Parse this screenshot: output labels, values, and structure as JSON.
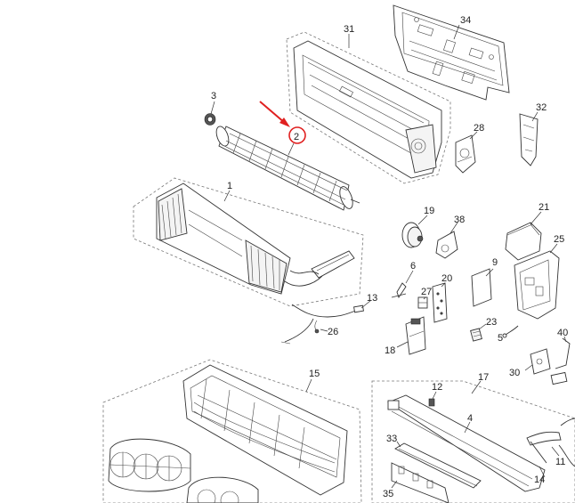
{
  "parts": [
    {
      "id": "p1",
      "label": "1"
    },
    {
      "id": "p2",
      "label": "2"
    },
    {
      "id": "p3",
      "label": "3"
    },
    {
      "id": "p4",
      "label": "4"
    },
    {
      "id": "p5",
      "label": "5"
    },
    {
      "id": "p6",
      "label": "6"
    },
    {
      "id": "p9",
      "label": "9"
    },
    {
      "id": "p11",
      "label": "11"
    },
    {
      "id": "p12",
      "label": "12"
    },
    {
      "id": "p13",
      "label": "13"
    },
    {
      "id": "p14",
      "label": "14"
    },
    {
      "id": "p15",
      "label": "15"
    },
    {
      "id": "p17",
      "label": "17"
    },
    {
      "id": "p18",
      "label": "18"
    },
    {
      "id": "p19",
      "label": "19"
    },
    {
      "id": "p20",
      "label": "20"
    },
    {
      "id": "p21",
      "label": "21"
    },
    {
      "id": "p23",
      "label": "23"
    },
    {
      "id": "p25",
      "label": "25"
    },
    {
      "id": "p26",
      "label": "26"
    },
    {
      "id": "p27",
      "label": "27"
    },
    {
      "id": "p28",
      "label": "28"
    },
    {
      "id": "p30",
      "label": "30"
    },
    {
      "id": "p31",
      "label": "31"
    },
    {
      "id": "p32",
      "label": "32"
    },
    {
      "id": "p33",
      "label": "33"
    },
    {
      "id": "p34",
      "label": "34"
    },
    {
      "id": "p35",
      "label": "35"
    },
    {
      "id": "p38",
      "label": "38"
    },
    {
      "id": "p40",
      "label": "40"
    }
  ],
  "highlight": {
    "label": "2",
    "color": "#e02020"
  }
}
